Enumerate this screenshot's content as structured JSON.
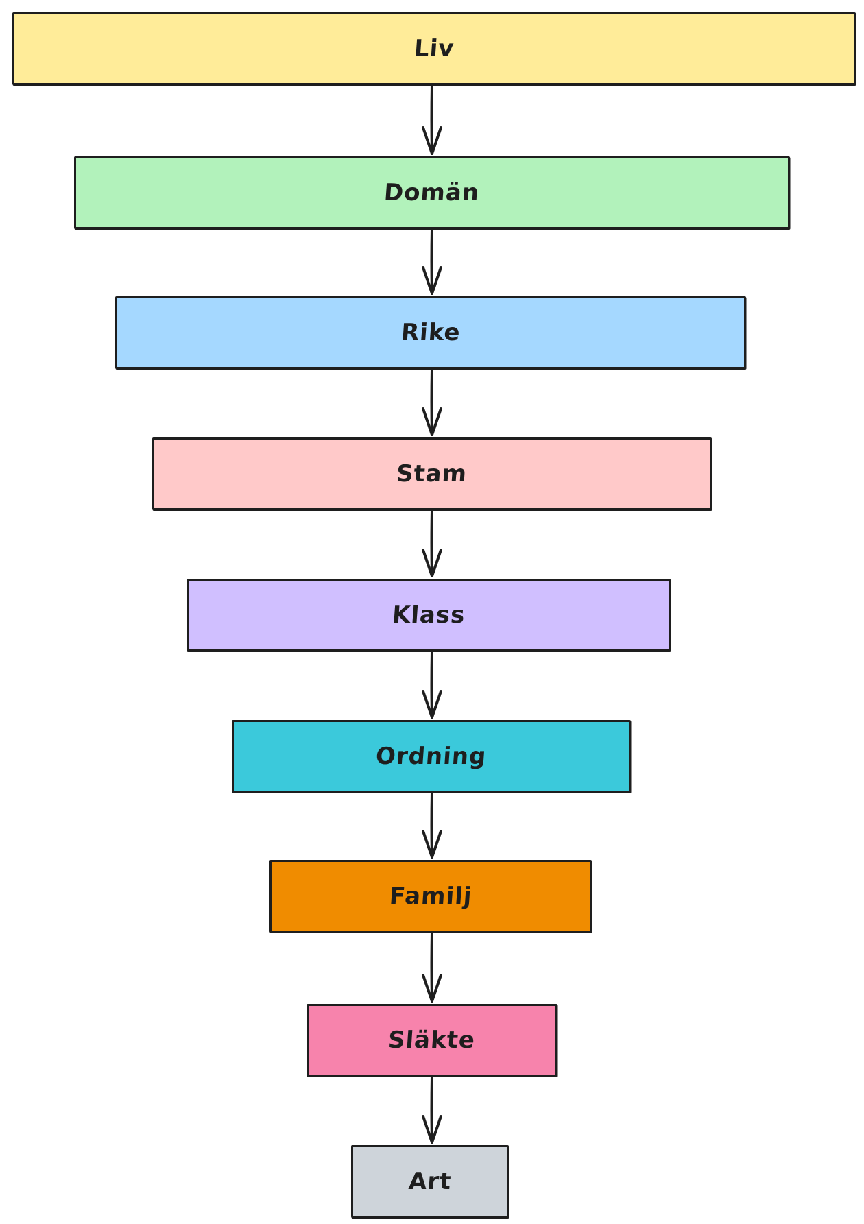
{
  "diagram": {
    "levels": [
      {
        "label": "Liv",
        "color": "#ffec99"
      },
      {
        "label": "Domän",
        "color": "#b2f2bb"
      },
      {
        "label": "Rike",
        "color": "#a5d8ff"
      },
      {
        "label": "Stam",
        "color": "#ffc9c9"
      },
      {
        "label": "Klass",
        "color": "#d0bfff"
      },
      {
        "label": "Ordning",
        "color": "#3bc9db"
      },
      {
        "label": "Familj",
        "color": "#f08c00"
      },
      {
        "label": "Släkte",
        "color": "#f783ac"
      },
      {
        "label": "Art",
        "color": "#ced4da"
      }
    ],
    "stroke_color": "#1e1e1e"
  }
}
